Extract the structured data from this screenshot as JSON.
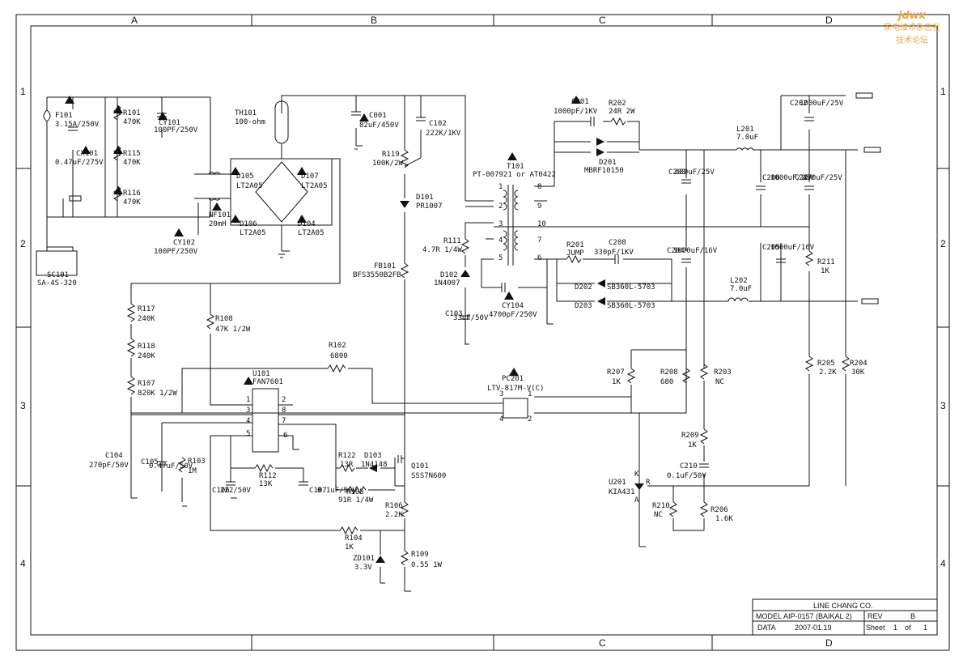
{
  "grid": {
    "cols": [
      "A",
      "B",
      "C",
      "D"
    ],
    "rows": [
      "1",
      "2",
      "3",
      "4"
    ]
  },
  "title_block": {
    "company": "LINE CHANG CO.",
    "model_label": "MODEL",
    "model": "AIP-0157 (BAIKAL 2)",
    "rev_label": "REV",
    "rev": "B",
    "date_label": "DATA",
    "date": "2007-01.19",
    "sheet_label": "Sheet",
    "sheet": "1",
    "of_label": "of",
    "of": "1"
  },
  "watermark": {
    "logo": "jdwx",
    "line1": "家电维修杂志社",
    "line2": "技术论坛"
  },
  "components": [
    {
      "id": "f101",
      "ref": "F101",
      "val": "3.15A/250V"
    },
    {
      "id": "r101",
      "ref": "R101",
      "val": "470K"
    },
    {
      "id": "r115",
      "ref": "R115",
      "val": "470K"
    },
    {
      "id": "r116",
      "ref": "R116",
      "val": "470K"
    },
    {
      "id": "cx101",
      "ref": "CX101",
      "val": "0.47uF/275V"
    },
    {
      "id": "cy101",
      "ref": "CY101",
      "val": "100PF/250V"
    },
    {
      "id": "cy102",
      "ref": "CY102",
      "val": "100PF/250V"
    },
    {
      "id": "th101",
      "ref": "TH101",
      "val": "100-ohm"
    },
    {
      "id": "nf101",
      "ref": "NF101",
      "val": "20mH"
    },
    {
      "id": "d105",
      "ref": "D105",
      "val": "LT2A05"
    },
    {
      "id": "d107",
      "ref": "D107",
      "val": "LT2A05"
    },
    {
      "id": "d106",
      "ref": "D106",
      "val": "LT2A05"
    },
    {
      "id": "d104",
      "ref": "D104",
      "val": "LT2A05"
    },
    {
      "id": "sc101",
      "ref": "SC101",
      "val": "SA-4S-320"
    },
    {
      "id": "c001",
      "ref": "C001",
      "val": "82uF/450V"
    },
    {
      "id": "c102",
      "ref": "C102",
      "val": "222K/1KV"
    },
    {
      "id": "r119",
      "ref": "R119",
      "val": "100K/2W"
    },
    {
      "id": "d101",
      "ref": "D101",
      "val": "PR1007"
    },
    {
      "id": "r111",
      "ref": "R111",
      "val": "4.7R 1/4W"
    },
    {
      "id": "d102",
      "ref": "D102",
      "val": "1N4007"
    },
    {
      "id": "fb101",
      "ref": "FB101",
      "val": "BFS3550B2FB"
    },
    {
      "id": "c103",
      "ref": "C103",
      "val": "33uF/50V"
    },
    {
      "id": "cy104",
      "ref": "CY104",
      "val": "4700pF/250V"
    },
    {
      "id": "t101",
      "ref": "T101",
      "val": "PT-007921 or AT0422"
    },
    {
      "id": "c201",
      "ref": "C201",
      "val": "1000pF/1KV"
    },
    {
      "id": "r202",
      "ref": "R202",
      "val": "24R 2W"
    },
    {
      "id": "d201",
      "ref": "D201",
      "val": "MBRF10150"
    },
    {
      "id": "r201",
      "ref": "R201",
      "val": "JUMP"
    },
    {
      "id": "c208",
      "ref": "C208",
      "val": "330pF/1KV"
    },
    {
      "id": "d202",
      "ref": "D202",
      "val": "SB360L-5703"
    },
    {
      "id": "d203",
      "ref": "D203",
      "val": "SB360L-5703"
    },
    {
      "id": "c203",
      "ref": "C203",
      "val": "680uF/25V"
    },
    {
      "id": "c204",
      "ref": "C204",
      "val": "1000uF/16V"
    },
    {
      "id": "l201",
      "ref": "L201",
      "val": "7.0uF"
    },
    {
      "id": "l202",
      "ref": "L202",
      "val": "7.0uF"
    },
    {
      "id": "c202",
      "ref": "C202",
      "val": "1000uF/25V"
    },
    {
      "id": "c206",
      "ref": "C206",
      "val": "1000uF/25V"
    },
    {
      "id": "c207",
      "ref": "C207",
      "val": "470uF/25V"
    },
    {
      "id": "c205",
      "ref": "C205",
      "val": "1000uF/16V"
    },
    {
      "id": "r211",
      "ref": "R211",
      "val": "1K"
    },
    {
      "id": "r117",
      "ref": "R117",
      "val": "240K"
    },
    {
      "id": "r118",
      "ref": "R118",
      "val": "240K"
    },
    {
      "id": "r107",
      "ref": "R107",
      "val": "820K 1/2W"
    },
    {
      "id": "r108",
      "ref": "R108",
      "val": "47K 1/2W"
    },
    {
      "id": "r102",
      "ref": "R102",
      "val": "6800"
    },
    {
      "id": "u101",
      "ref": "U101",
      "val": "FAN7601"
    },
    {
      "id": "pc201",
      "ref": "PC201",
      "val": "LTV-817M-V(C)"
    },
    {
      "id": "r207",
      "ref": "R207",
      "val": "1K"
    },
    {
      "id": "r208",
      "ref": "R208",
      "val": "680"
    },
    {
      "id": "r203",
      "ref": "R203",
      "val": "NC"
    },
    {
      "id": "r205",
      "ref": "R205",
      "val": "2.2K"
    },
    {
      "id": "r204",
      "ref": "R204",
      "val": "30K"
    },
    {
      "id": "c104",
      "ref": "C104",
      "val": "270pF/50V"
    },
    {
      "id": "c105",
      "ref": "C105",
      "val": "0.47uF/50V"
    },
    {
      "id": "r103",
      "ref": "R103",
      "val": "1M"
    },
    {
      "id": "c106",
      "ref": "C106",
      "val": "222/50V"
    },
    {
      "id": "r112",
      "ref": "R112",
      "val": "13K"
    },
    {
      "id": "c107",
      "ref": "C107",
      "val": "0.1uF/50V"
    },
    {
      "id": "r122",
      "ref": "R122",
      "val": "13R"
    },
    {
      "id": "d103",
      "ref": "D103",
      "val": "1N4148"
    },
    {
      "id": "q101",
      "ref": "Q101",
      "val": "SSS7N600"
    },
    {
      "id": "r105",
      "ref": "R105",
      "val": "91R 1/4W"
    },
    {
      "id": "r106",
      "ref": "R106",
      "val": "2.2K"
    },
    {
      "id": "r104",
      "ref": "R104",
      "val": "1K"
    },
    {
      "id": "zd101",
      "ref": "ZD101",
      "val": "3.3V"
    },
    {
      "id": "r109",
      "ref": "R109",
      "val": "0.55 1W"
    },
    {
      "id": "r209",
      "ref": "R209",
      "val": "1K"
    },
    {
      "id": "c210",
      "ref": "C210",
      "val": "0.1uF/50V"
    },
    {
      "id": "u201",
      "ref": "U201",
      "val": "KIA431"
    },
    {
      "id": "r210",
      "ref": "R210",
      "val": "NC"
    },
    {
      "id": "r206",
      "ref": "R206",
      "val": "1.6K"
    }
  ],
  "pins": {
    "t101": [
      "1",
      "2",
      "3",
      "4",
      "5",
      "6",
      "7",
      "8",
      "9",
      "10"
    ],
    "u101": [
      "1",
      "2",
      "3",
      "4",
      "5",
      "6",
      "7",
      "8"
    ],
    "pc201": [
      "3",
      "4",
      "1",
      "2"
    ],
    "u201": [
      "K",
      "R",
      "A"
    ]
  }
}
